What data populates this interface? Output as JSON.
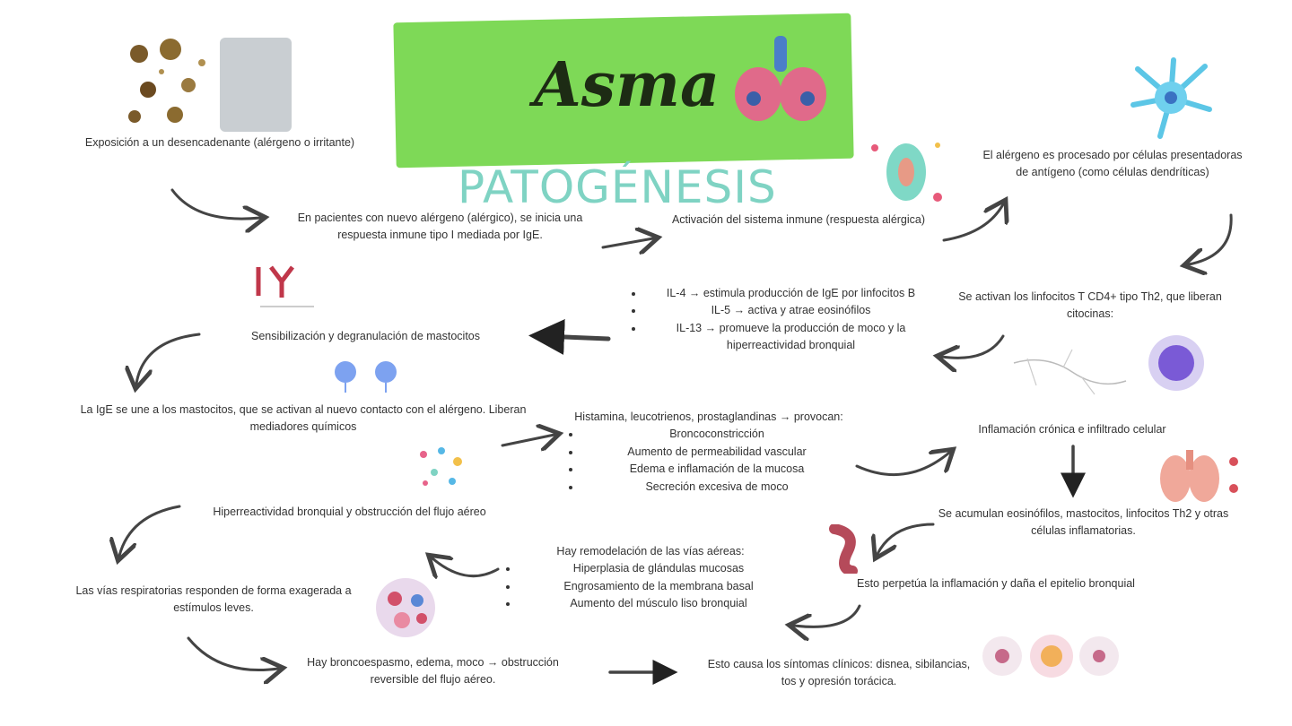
{
  "title": "Asma",
  "subtitle": "PATOGÉNESIS",
  "nodes": {
    "exposure": "Exposición a un desencadenante (alérgeno o irritante)",
    "first_contact": "En pacientes con nuevo alérgeno (alérgico), se inicia una respuesta inmune tipo I mediada por IgE.",
    "immune_activation": "Activación del sistema inmune (respuesta alérgica)",
    "allergen_processing": "El alérgeno es procesado por células presentadoras de antígeno (como células dendríticas)",
    "th2_activation": "Se activan los linfocitos T CD4+ tipo Th2, que liberan citocinas:",
    "cytokines": [
      "IL-4 → estimula producción de IgE por linfocitos B",
      "IL-5 → activa y atrae eosinófilos",
      "IL-13 → promueve la producción de moco y la hiperreactividad bronquial"
    ],
    "sensitization": "Sensibilización y degranulación de mastocitos",
    "mast_cells": "La IgE se une a los mastocitos, que se activan al nuevo contacto con el alérgeno. Liberan mediadores químicos",
    "mediators_intro": "Histamina, leucotrienos, prostaglandinas → provocan:",
    "mediators": [
      "Broncoconstricción",
      "Aumento de permeabilidad vascular",
      "Edema e inflamación de la mucosa",
      "Secreción excesiva de moco"
    ],
    "chronic_inflammation": "Inflamación crónica e infiltrado celular",
    "cell_accumulation": "Se acumulan eosinófilos, mastocitos, linfocitos Th2 y otras células inflamatorias.",
    "perpetuates": "Esto perpetúa la inflamación y daña el epitelio bronquial",
    "remodeling_intro": "Hay remodelación de las vías aéreas:",
    "remodeling": [
      "Hiperplasia de glándulas mucosas",
      "Engrosamiento de la membrana basal",
      "Aumento del músculo liso bronquial"
    ],
    "hyperreactivity": "Hiperreactividad bronquial y obstrucción del flujo aéreo",
    "airways_respond": "Las vías respiratorias responden de forma exagerada a estímulos leves.",
    "bronchospasm": "Hay broncoespasmo, edema, moco → obstrucción reversible del flujo aéreo.",
    "symptoms": "Esto causa los síntomas clínicos: disnea, sibilancias, tos y opresión torácica."
  },
  "colors": {
    "banner": "#7ed957",
    "subtitle": "#7fd3c3",
    "arrow": "#444444"
  }
}
